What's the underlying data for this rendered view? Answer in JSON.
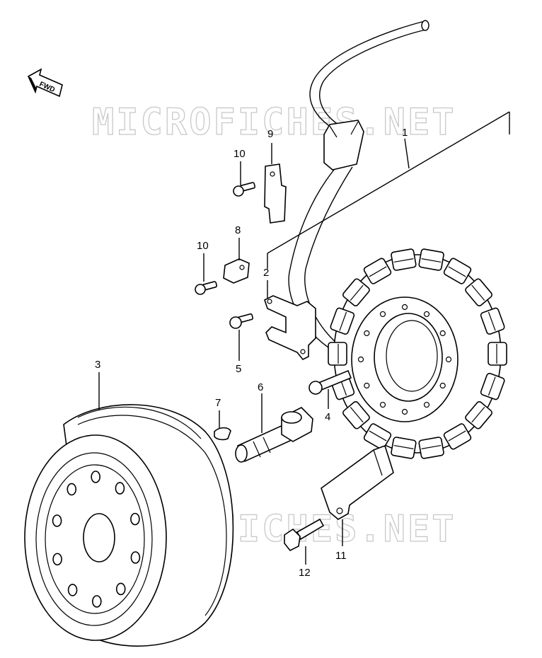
{
  "watermarks": [
    "MICROFICHES.NET",
    "MICROFICHES.NET"
  ],
  "direction_label": "FWD",
  "callouts": {
    "c1": "1",
    "c2": "2",
    "c3": "3",
    "c4": "4",
    "c5": "5",
    "c6": "6",
    "c7": "7",
    "c8": "8",
    "c9": "9",
    "c10a": "10",
    "c10b": "10",
    "c11": "11",
    "c12": "12"
  },
  "icons": [
    "fwd-arrow-icon"
  ]
}
